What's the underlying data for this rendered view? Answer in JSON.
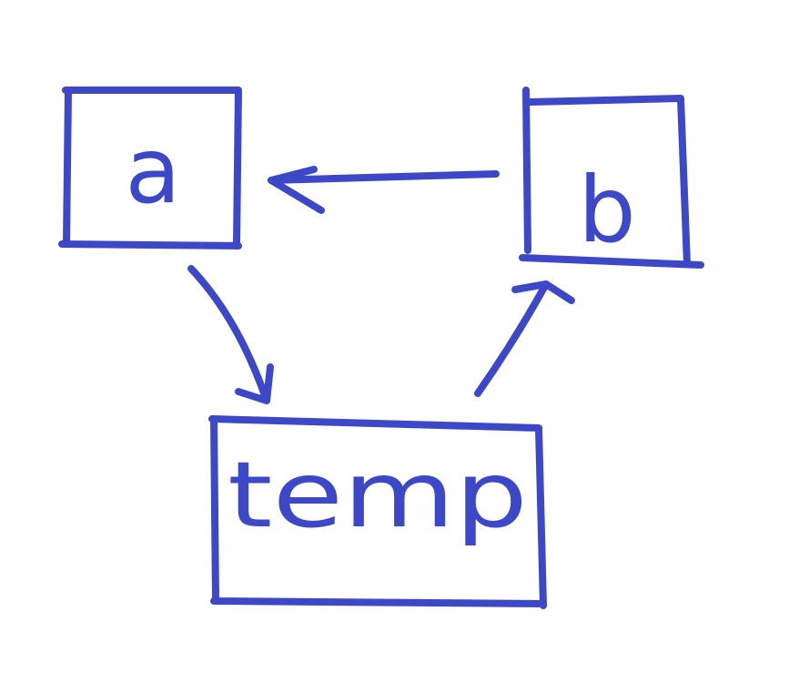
{
  "diagram": {
    "ink_color": "#3d48c9",
    "background_color": "#ffffff",
    "nodes": [
      {
        "id": "a",
        "label": "a"
      },
      {
        "id": "b",
        "label": "b"
      },
      {
        "id": "temp",
        "label": "temp"
      }
    ],
    "edges": [
      {
        "from": "a",
        "to": "temp"
      },
      {
        "from": "temp",
        "to": "b"
      },
      {
        "from": "b",
        "to": "a"
      }
    ]
  }
}
